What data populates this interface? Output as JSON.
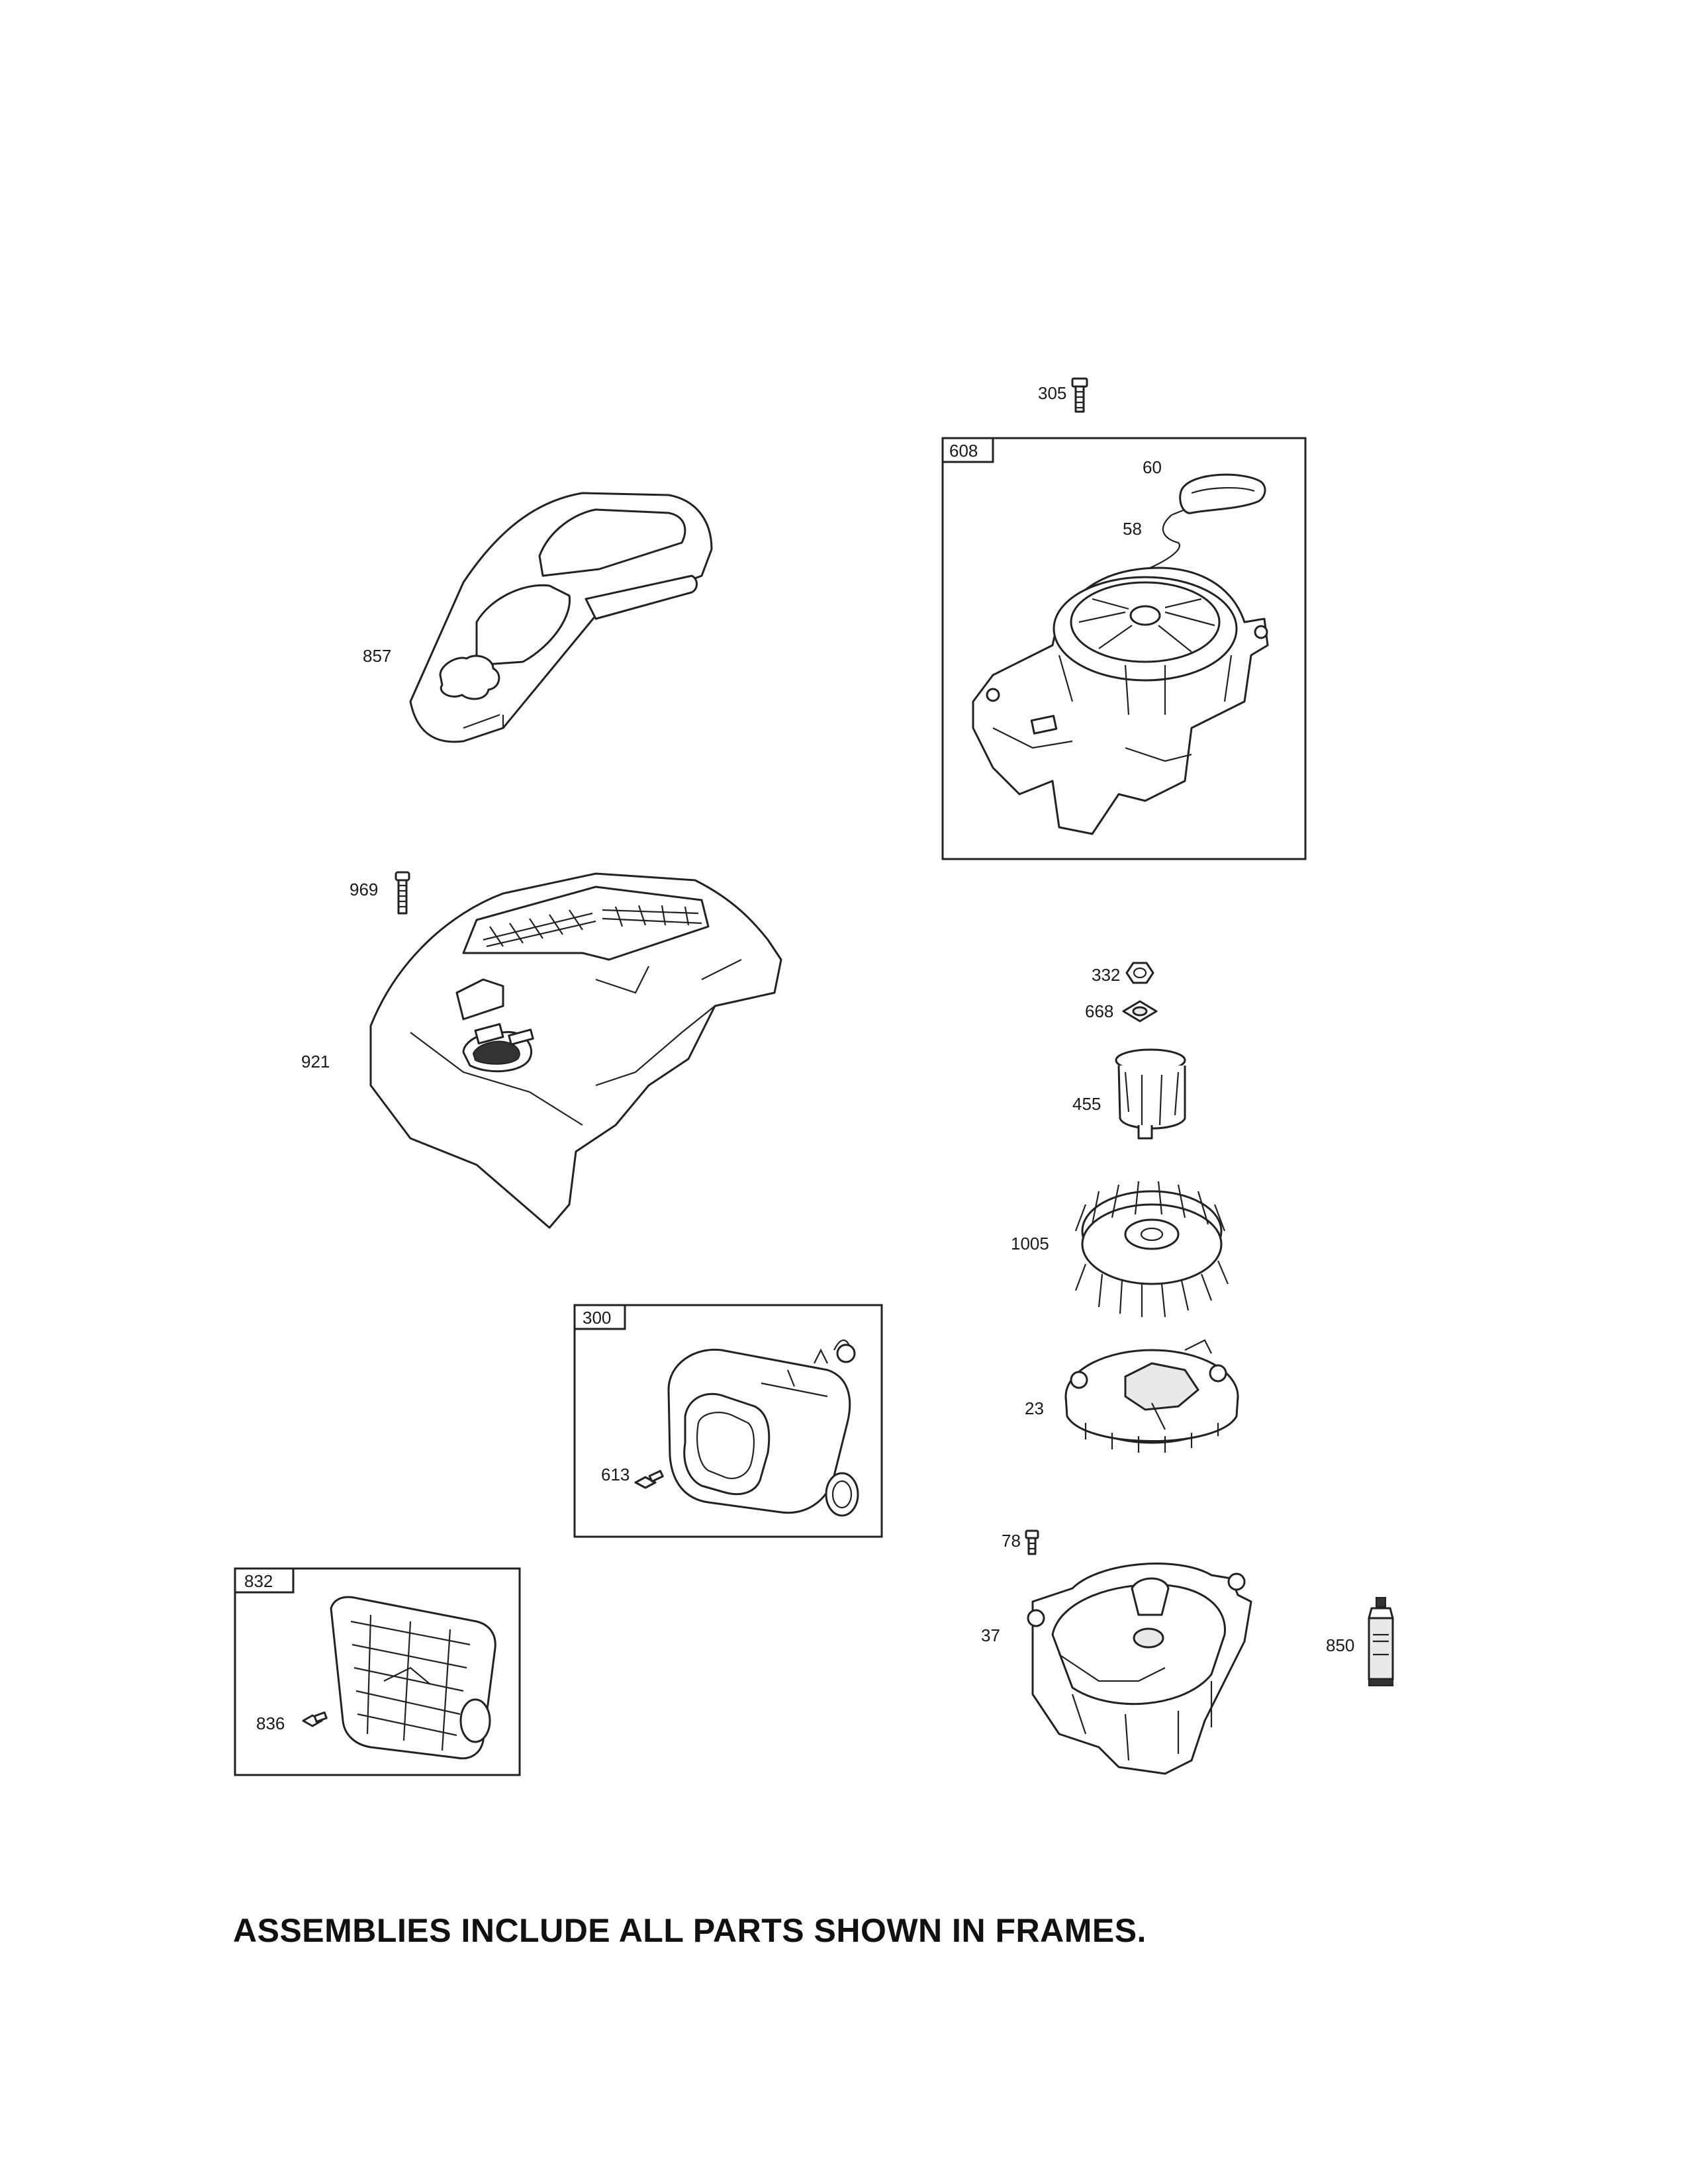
{
  "parts": {
    "p305": "305",
    "p608": "608",
    "p60": "60",
    "p58": "58",
    "p857": "857",
    "p969": "969",
    "p921": "921",
    "p332": "332",
    "p668": "668",
    "p455": "455",
    "p1005": "1005",
    "p300": "300",
    "p613": "613",
    "p23": "23",
    "p78": "78",
    "p832": "832",
    "p836": "836",
    "p37": "37",
    "p850": "850"
  },
  "footer_note": "ASSEMBLIES INCLUDE ALL PARTS SHOWN IN FRAMES."
}
